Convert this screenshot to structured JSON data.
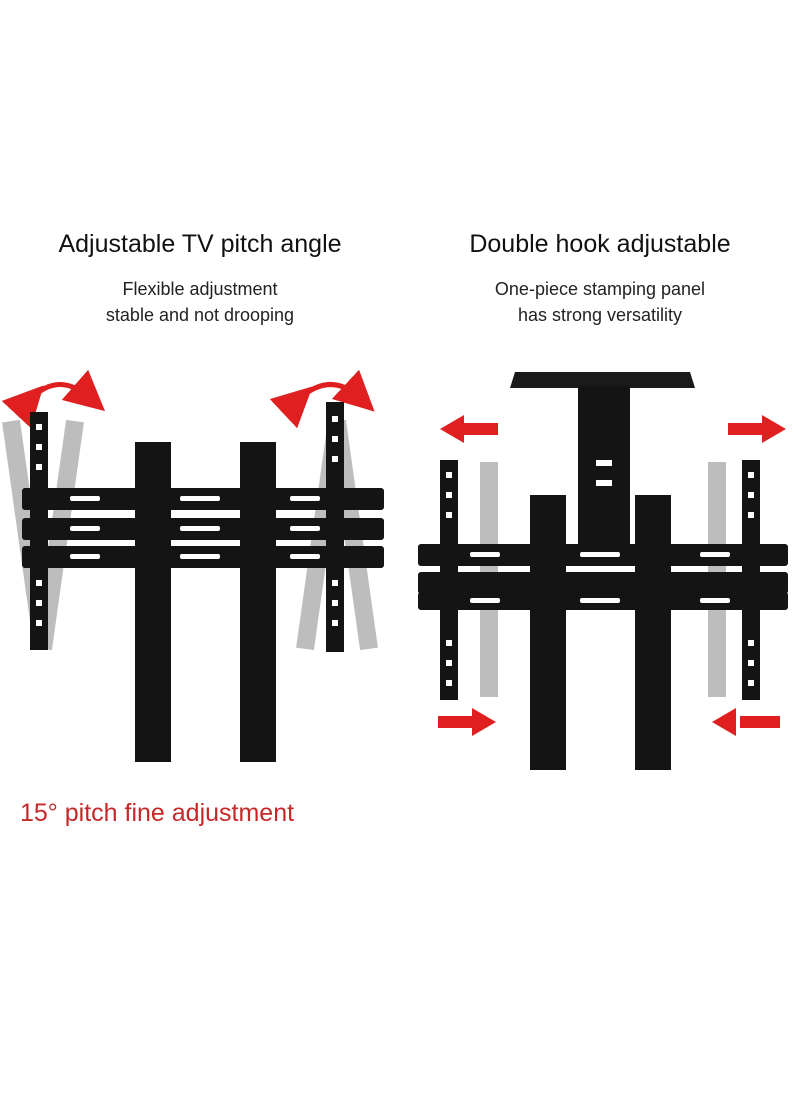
{
  "left": {
    "title": "Adjustable TV pitch angle",
    "subtitle_line1": "Flexible adjustment",
    "subtitle_line2": "stable and not drooping",
    "caption": "15° pitch fine adjustment"
  },
  "right": {
    "title": "Double hook adjustable",
    "subtitle_line1": "One-piece stamping panel",
    "subtitle_line2": "has strong versatility"
  },
  "colors": {
    "metal": "#141414",
    "ghost": "#b5b5b5",
    "arrow": "#e02020",
    "caption": "#c62828"
  }
}
